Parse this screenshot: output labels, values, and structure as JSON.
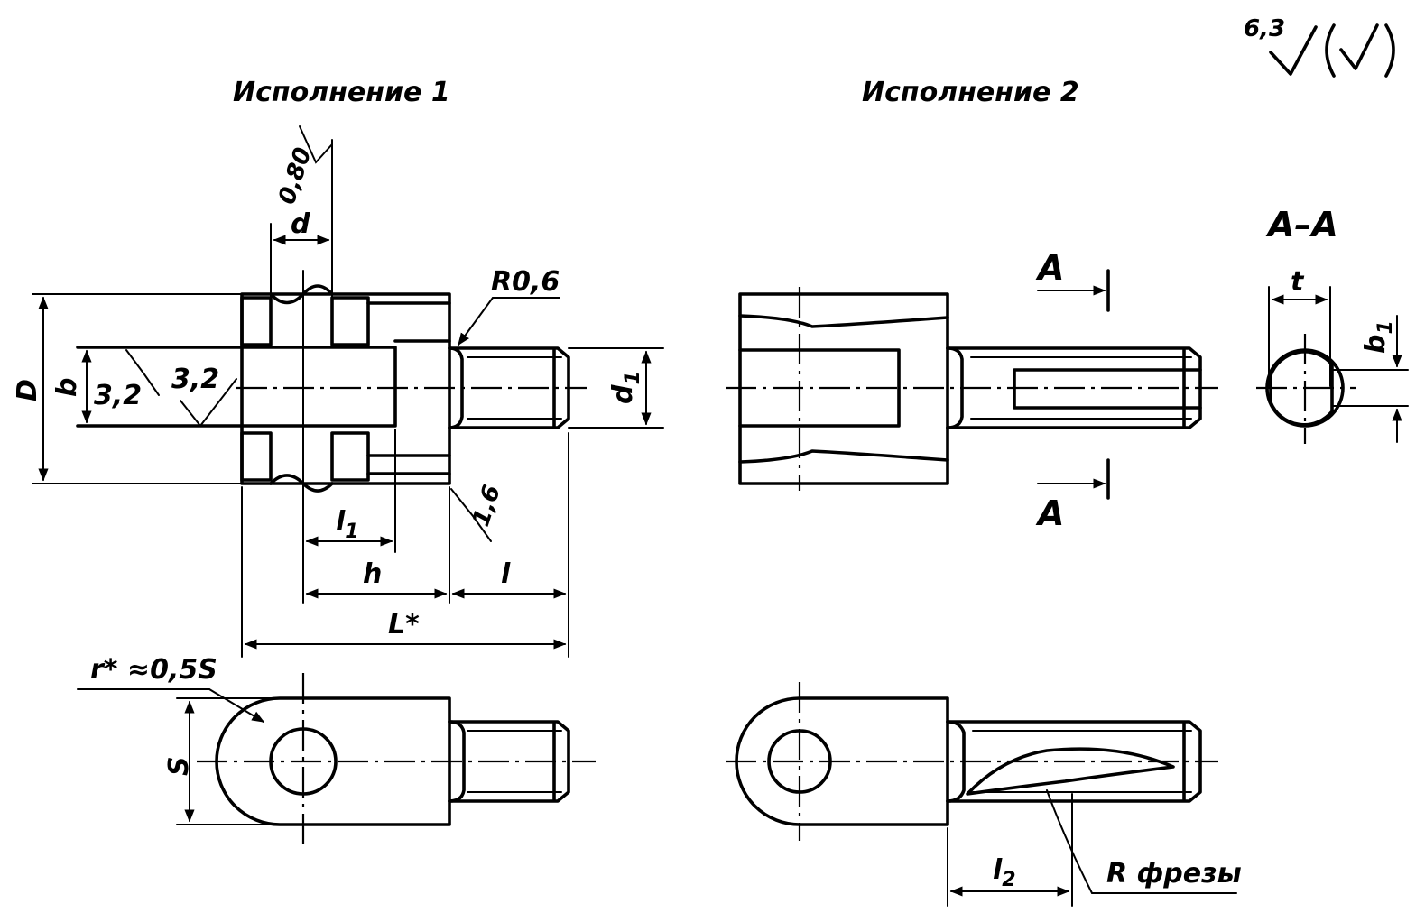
{
  "drawing": {
    "roughness_top_left": "6,3",
    "view_titles": {
      "variant_1": "Исполнение 1",
      "variant_2": "Исполнение 2",
      "section": "A–A"
    },
    "variant_1": {
      "roughness_080": "0,80",
      "dim_d": "d",
      "dim_R": "R0,6",
      "dim_D": "D",
      "dim_b": "b",
      "roughness_32_a": "3,2",
      "roughness_32_b": "3,2",
      "dim_d1": "d",
      "dim_d1_sub": "1",
      "roughness_16": "1,6",
      "dim_l1": "l",
      "dim_l1_sub": "1",
      "dim_h": "h",
      "dim_l": "l",
      "dim_L": "L*",
      "dim_r": "r* ≈0,5S",
      "dim_S": "S"
    },
    "variant_2": {
      "section_mark_top": "A",
      "section_mark_bottom": "A",
      "dim_l2": "l",
      "dim_l2_sub": "2",
      "cutter_radius": "R фрезы"
    },
    "section_aa": {
      "dim_t": "t",
      "dim_b1": "b",
      "dim_b1_sub": "1"
    }
  }
}
